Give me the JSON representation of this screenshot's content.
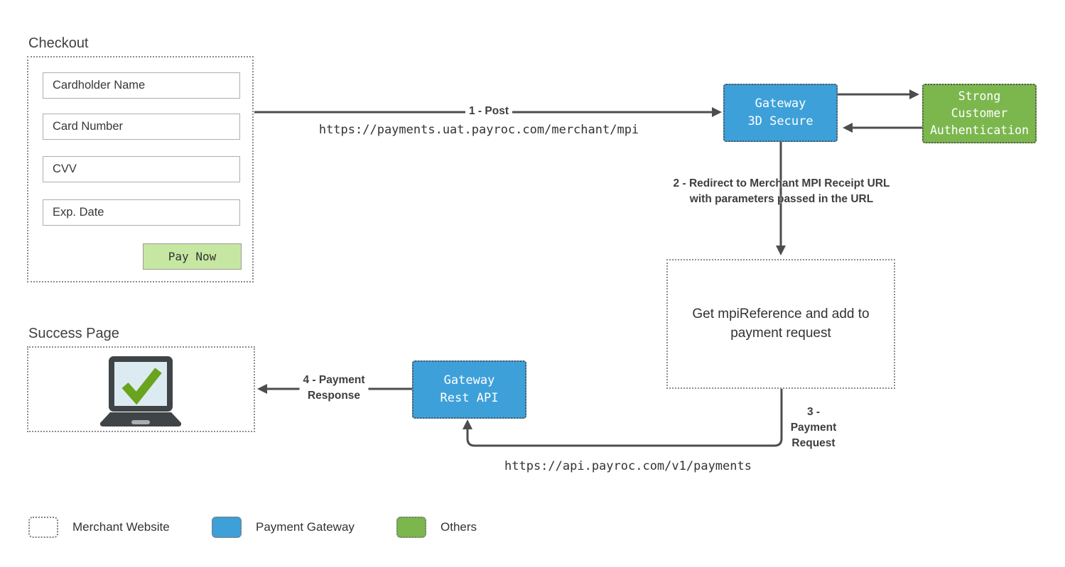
{
  "checkout": {
    "title": "Checkout",
    "fields": [
      "Cardholder Name",
      "Card Number",
      "CVV",
      "Exp. Date"
    ],
    "pay_button": "Pay Now"
  },
  "success": {
    "title": "Success Page",
    "icon": "laptop-checkmark-icon"
  },
  "nodes": {
    "gateway_3ds": {
      "lines": [
        "Gateway",
        "3D Secure"
      ]
    },
    "sca": {
      "lines": [
        "Strong",
        "Customer",
        "Authentication"
      ]
    },
    "mpi": {
      "text": "Get mpiReference and add to payment request"
    },
    "gateway_rest": {
      "lines": [
        "Gateway",
        "Rest API"
      ]
    }
  },
  "steps": {
    "step1": {
      "label": "1 - Post",
      "url": "https://payments.uat.payroc.com/merchant/mpi"
    },
    "step2": {
      "lines": [
        "2 - Redirect to Merchant MPI Receipt URL",
        "with parameters passed in the URL"
      ]
    },
    "step3": {
      "lines": [
        "3 -",
        "Payment",
        "Request"
      ],
      "url": "https://api.payroc.com/v1/payments"
    },
    "step4": {
      "lines": [
        "4 - Payment",
        "Response"
      ]
    }
  },
  "legend": {
    "items": [
      {
        "label": "Merchant Website",
        "swatch": "white-dotted"
      },
      {
        "label": "Payment Gateway",
        "swatch": "blue"
      },
      {
        "label": "Others",
        "swatch": "green"
      }
    ]
  },
  "colors": {
    "payment_gateway_blue": "#3EA0D9",
    "others_green": "#7CB74E",
    "pay_button_green": "#C6E7A2",
    "connector_gray": "#4D4D4D",
    "checkmark_green": "#69A41E"
  }
}
